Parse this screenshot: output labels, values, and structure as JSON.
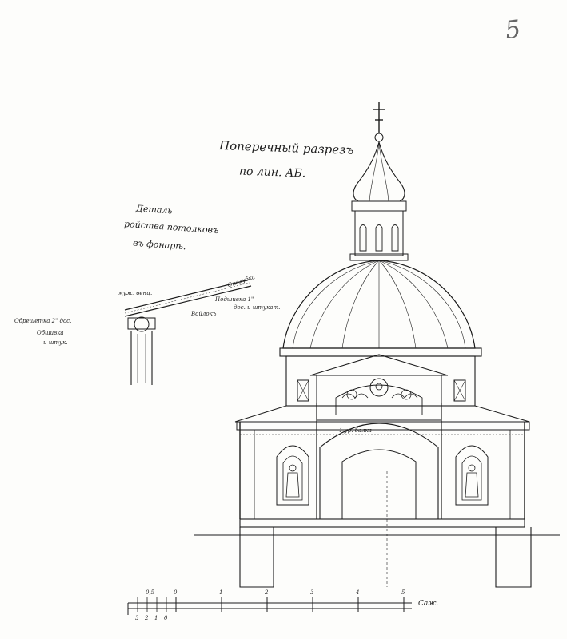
{
  "sheet": {
    "page_number": "5",
    "title_line1": "Поперечный разрезъ",
    "title_line2": "по лин. АБ."
  },
  "detail": {
    "title_line1": "Деталь",
    "title_line2": "ройства потолковъ",
    "title_line3": "въ фонарѣ.",
    "labels": {
      "a": "Опалубка",
      "b": "муж. венц.",
      "c": "Подшивка 1\"",
      "d": "дос. и штукат.",
      "e": "Войлокъ"
    }
  },
  "side_note": {
    "line1": "Обрешетка 2\" дос.",
    "line2": "Обшивка",
    "line3": "и штук."
  },
  "beam_label": "1 ур. балка",
  "scale": {
    "unit": "Саж.",
    "ticks": [
      "0,5",
      "0",
      "1",
      "2",
      "3",
      "4",
      "5"
    ],
    "subticks": [
      "3",
      "2",
      "1",
      "0"
    ]
  }
}
